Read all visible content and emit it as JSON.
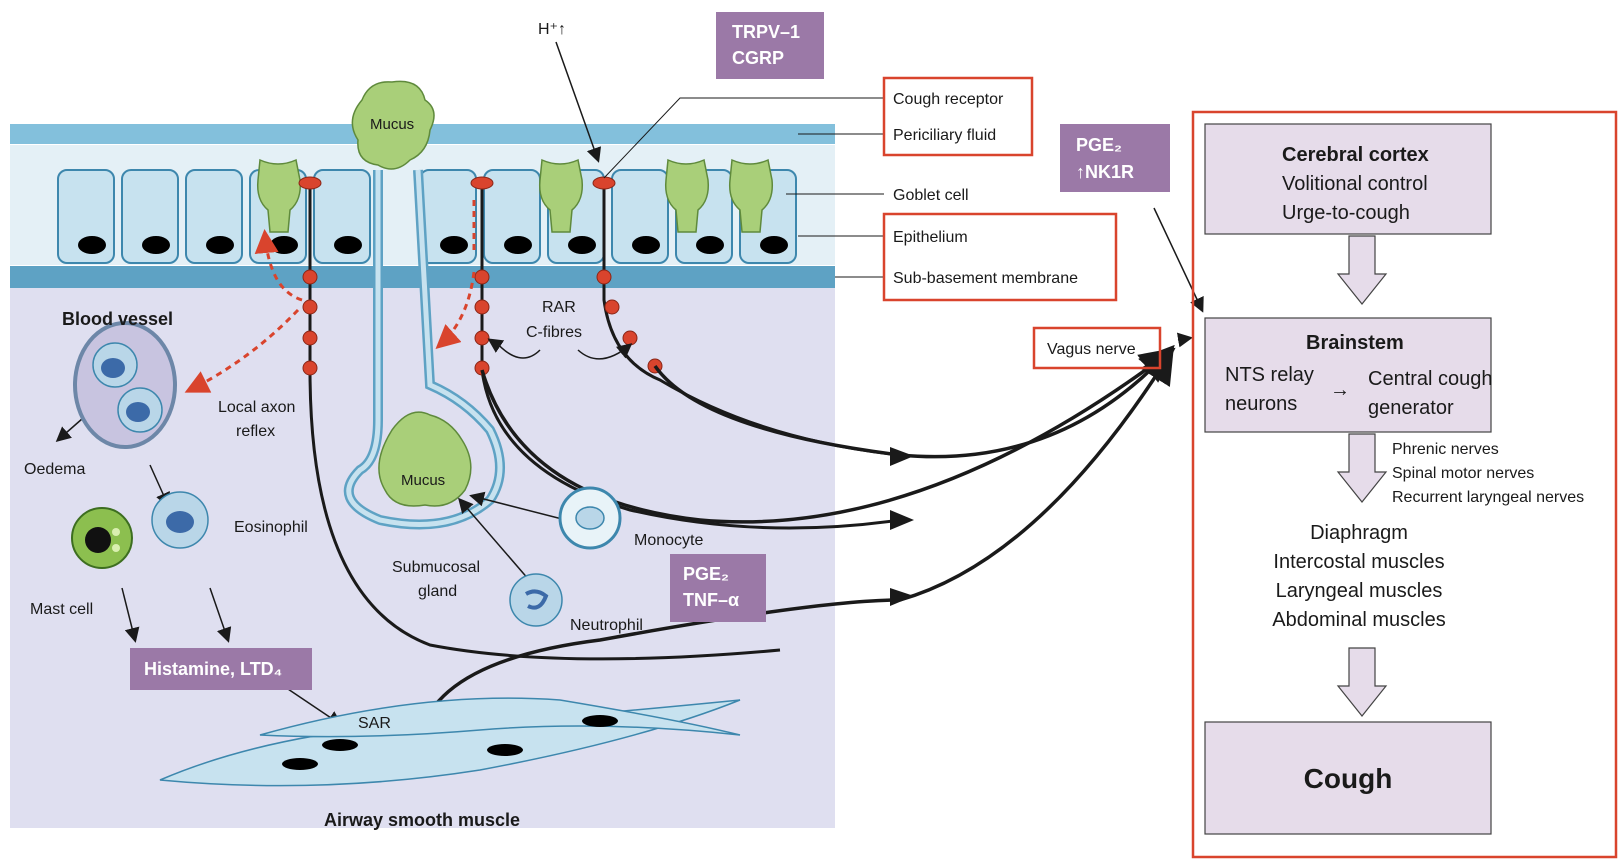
{
  "labels": {
    "h_plus": "H⁺↑",
    "trpv1": "TRPV–1",
    "cgrp": "CGRP",
    "cough_receptor": "Cough receptor",
    "periciliary_fluid": "Periciliary fluid",
    "goblet_cell": "Goblet cell",
    "epithelium": "Epithelium",
    "sub_basement": "Sub-basement membrane",
    "pge2_top_line1": "PGE₂",
    "pge2_top_line2": "↑NK1R",
    "vagus_nerve": "Vagus nerve",
    "mucus_top": "Mucus",
    "mucus_gland": "Mucus",
    "blood_vessel": "Blood vessel",
    "local_axon_line1": "Local axon",
    "local_axon_line2": "reflex",
    "oedema": "Oedema",
    "eosinophil": "Eosinophil",
    "mast_cell": "Mast cell",
    "histamine": "Histamine, LTD₄",
    "rar": "RAR",
    "c_fibres": "C-fibres",
    "submucosal_line1": "Submucosal",
    "submucosal_line2": "gland",
    "monocyte": "Monocyte",
    "neutrophil": "Neutrophil",
    "pge2_mid_line1": "PGE₂",
    "pge2_mid_line2": "TNF–α",
    "sar": "SAR",
    "airway_smooth_muscle": "Airway smooth muscle"
  },
  "cns_panel": {
    "cerebral_cortex": {
      "title": "Cerebral cortex",
      "line1": "Volitional control",
      "line2": "Urge-to-cough"
    },
    "brainstem": {
      "title": "Brainstem",
      "left_line1": "NTS relay",
      "left_line2": "neurons",
      "arrow": "→",
      "right_line1": "Central cough",
      "right_line2": "generator"
    },
    "nerves": [
      "Phrenic nerves",
      "Spinal motor nerves",
      "Recurrent laryngeal nerves"
    ],
    "muscles": [
      "Diaphragm",
      "Intercostal muscles",
      "Laryngeal muscles",
      "Abdominal muscles"
    ],
    "cough": "Cough"
  },
  "colors": {
    "tissue_bg": "#dfdff0",
    "cell_fill": "#c7e2ef",
    "cell_stroke": "#3d87ad",
    "membrane": "#5ea2c4",
    "fluid": "#83c0dc",
    "goblet": "#a9cf79",
    "nerve_node": "#d9442d",
    "purple_box": "#9b79a7",
    "cns_box": "#e6dcea",
    "red_frame": "#d9442d"
  }
}
